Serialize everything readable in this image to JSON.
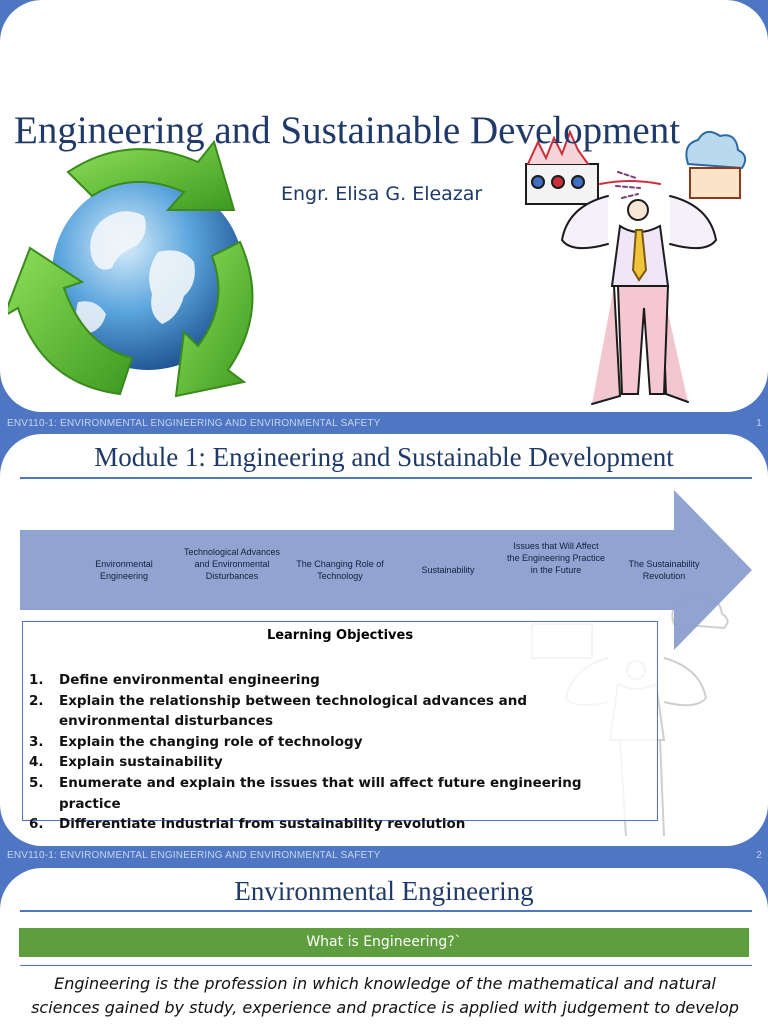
{
  "footer": {
    "course": "ENV110-1: ENVIRONMENTAL ENGINEERING AND ENVIRONMENTAL SAFETY"
  },
  "slide1": {
    "title": "Engineering and Sustainable Development",
    "author": "Engr. Elisa G. Eleazar",
    "page_number": "1"
  },
  "slide2": {
    "title": "Module 1: Engineering and Sustainable Development",
    "arrow_topics": [
      "Environmental Engineering",
      "Technological Advances and Environmental Disturbances",
      "The Changing Role of Technology",
      "Sustainability",
      "Issues that Will Affect the Engineering Practice in the Future",
      "The Sustainability Revolution"
    ],
    "objectives_heading": "Learning Objectives",
    "objectives": [
      {
        "num": "1.",
        "text": "Define environmental engineering"
      },
      {
        "num": "2.",
        "text": "Explain the relationship between technological advances and environmental disturbances"
      },
      {
        "num": "3.",
        "text": "Explain the changing role of technology"
      },
      {
        "num": "4.",
        "text": "Explain sustainability"
      },
      {
        "num": "5.",
        "text": "Enumerate and explain the issues that will affect future engineering practice"
      },
      {
        "num": "6.",
        "text": "Differentiate industrial from sustainability revolution"
      }
    ],
    "page_number": "2"
  },
  "slide3": {
    "title": "Environmental Engineering",
    "banner": "What is Engineering?`",
    "paragraph": "Engineering is the profession in which knowledge of the mathematical and natural sciences gained by study, experience and practice is applied with judgement to develop ways to utilize, economically, the materials and forces of nature for the benefit of mankind."
  },
  "colors": {
    "slide_border": "#4f76c3",
    "title_navy": "#1f3a68",
    "arrow_fill": "#8b9fcf",
    "banner_green": "#5f9e3e",
    "recycle_green": "#5cb82e",
    "globe_blue": "#3f7fc6"
  }
}
